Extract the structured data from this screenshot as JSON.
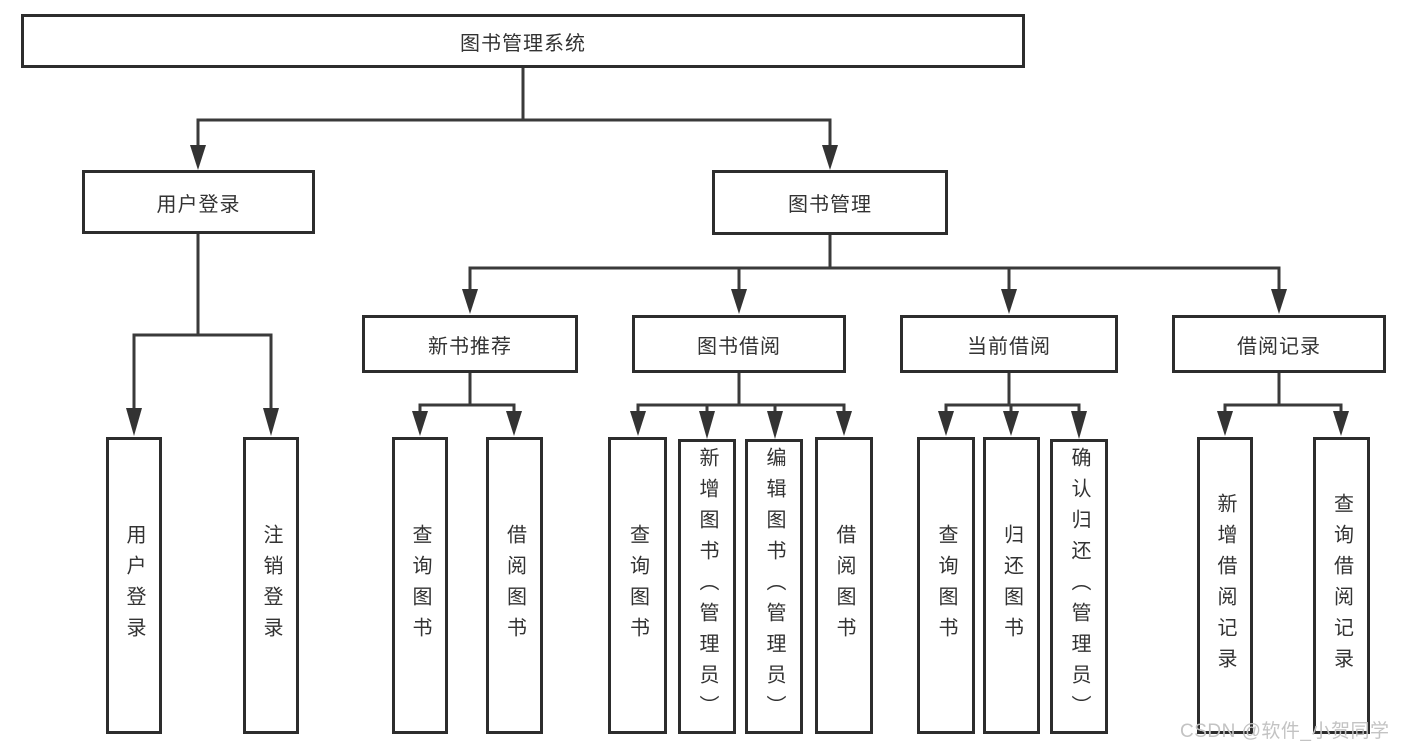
{
  "diagram": {
    "root": {
      "label": "图书管理系统"
    },
    "branches": [
      {
        "label": "用户登录",
        "children": [
          {
            "label": "用户登录"
          },
          {
            "label": "注销登录"
          }
        ]
      },
      {
        "label": "图书管理",
        "children": [
          {
            "label": "新书推荐",
            "children": [
              {
                "label": "查询图书"
              },
              {
                "label": "借阅图书"
              }
            ]
          },
          {
            "label": "图书借阅",
            "children": [
              {
                "label": "查询图书"
              },
              {
                "label": "新增图书（管理员）"
              },
              {
                "label": "编辑图书（管理员）"
              },
              {
                "label": "借阅图书"
              }
            ]
          },
          {
            "label": "当前借阅",
            "children": [
              {
                "label": "查询图书"
              },
              {
                "label": "归还图书"
              },
              {
                "label": "确认归还（管理员）"
              }
            ]
          },
          {
            "label": "借阅记录",
            "children": [
              {
                "label": "新增借阅记录"
              },
              {
                "label": "查询借阅记录"
              }
            ]
          }
        ]
      }
    ]
  },
  "watermark": {
    "text": "CSDN @软件_小贺同学",
    "color": "#c3c3c3"
  },
  "colors": {
    "background": "#ffffff",
    "box_border": "#2d2d2d",
    "line": "#3a3a3a",
    "text": "#333333"
  }
}
